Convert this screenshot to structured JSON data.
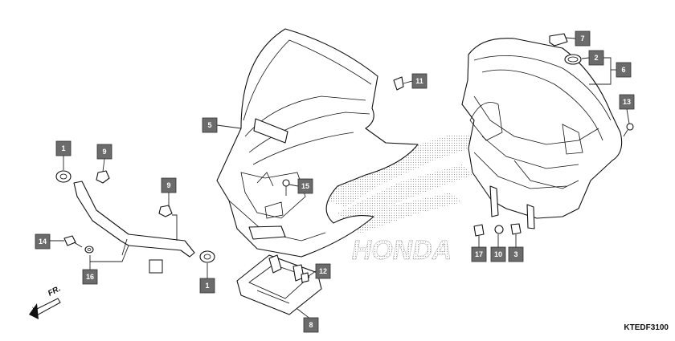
{
  "diagram": {
    "code": "KTEDF3100",
    "direction_label": "FR.",
    "brand_text": "HONDA",
    "callouts": [
      "1",
      "9",
      "14",
      "16",
      "9",
      "1",
      "5",
      "15",
      "11",
      "12",
      "8",
      "7",
      "2",
      "6",
      "13",
      "17",
      "10",
      "3"
    ]
  }
}
